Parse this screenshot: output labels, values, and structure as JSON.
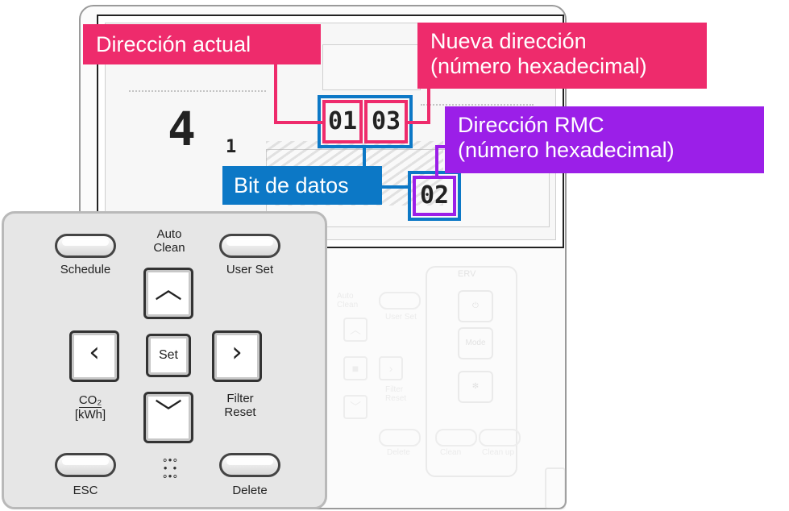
{
  "callouts": {
    "current_address": "Dirección actual",
    "new_address_line1": "Nueva dirección",
    "new_address_line2": "(número hexadecimal)",
    "rmc_address_line1": "Dirección RMC",
    "rmc_address_line2": "(número hexadecimal)",
    "data_bit": "Bit de datos"
  },
  "display": {
    "main_digit": "4",
    "small_digit": "1",
    "current_address_value": "01",
    "new_address_value": "03",
    "rmc_value": "02"
  },
  "buttons": {
    "schedule": "Schedule",
    "auto_clean_line1": "Auto",
    "auto_clean_line2": "Clean",
    "user_set": "User Set",
    "set": "Set",
    "co2_line1": "CO₂",
    "co2_line2": "[kWh]",
    "filter_reset_line1": "Filter",
    "filter_reset_line2": "Reset",
    "esc": "ESC",
    "delete": "Delete"
  },
  "faded_panel": {
    "erv_label": "ERV",
    "mode_label": "Mode",
    "clean_label": "Clean",
    "cleanup_label": "Clean up",
    "auto_clean_label": "Auto Clean",
    "user_set_label": "User Set",
    "filter_reset_label": "Filter Reset",
    "delete_label": "Delete"
  },
  "colors": {
    "pink": "#ee2b6c",
    "purple": "#9b1fe8",
    "blue": "#0c78c6"
  }
}
